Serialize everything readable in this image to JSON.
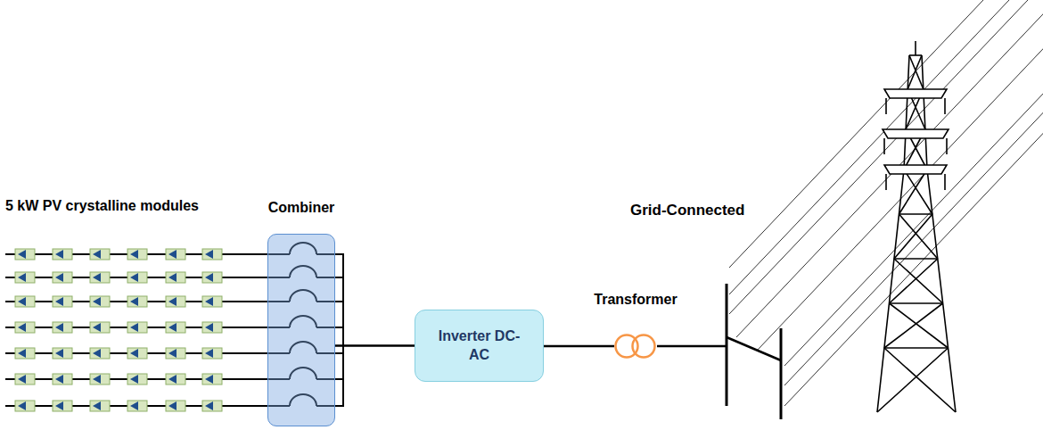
{
  "diagram": {
    "nodes": [
      {
        "text": [
          "Combiner"
        ]
      },
      {
        "text": [
          "Inverter DC-AC"
        ]
      },
      {
        "text": [
          "Transformer"
        ]
      }
    ],
    "edges": [
      {
        "from": 0,
        "to": 1,
        "arrow": "none"
      },
      {
        "from": 1,
        "to": 2,
        "arrow": "none"
      }
    ],
    "labels": [
      "5 kW PV crystalline modules",
      "Grid-Connected"
    ]
  }
}
